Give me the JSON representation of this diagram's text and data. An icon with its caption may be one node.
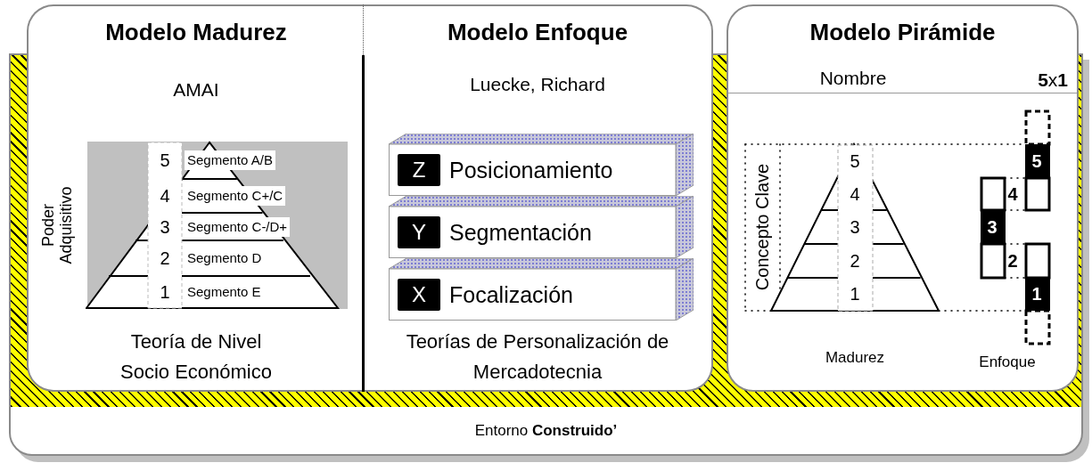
{
  "diagram": {
    "nodes": [
      {
        "text": [
          "Entorno **Construido’**"
        ]
      },
      {
        "text": [
          "Modelo Madurez",
          "AMAI",
          "Teoría de Nivel Socio Económico"
        ],
        "in": 0
      },
      {
        "text": [
          "Modelo Enfoque",
          "Luecke, Richard",
          "Teorías de Personalización de Mercadotecnia"
        ],
        "in": 0
      },
      {
        "text": [
          "Z",
          "Posicionamiento"
        ],
        "in": 2
      },
      {
        "text": [
          "Y",
          "Segmentación"
        ],
        "in": 2
      },
      {
        "text": [
          "X",
          "Focalización"
        ],
        "in": 2
      },
      {
        "text": [
          "Modelo Pirámide",
          "Nombre",
          "**5**x**1**",
          "Madurez",
          "Enfoque"
        ],
        "in": 0
      }
    ],
    "labels": [
      "Poder Adquisitivo",
      "5",
      "Segmento A/B",
      "4",
      "Segmento C+/C",
      "3",
      "Segmento C-/D+",
      "2",
      "Segmento D",
      "1",
      "Segmento E",
      "Concepto Clave",
      "5",
      "4",
      "3",
      "2",
      "1",
      "5",
      "4",
      "3",
      "2",
      "1"
    ]
  }
}
